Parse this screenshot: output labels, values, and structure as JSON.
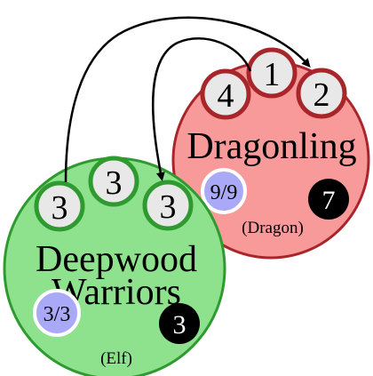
{
  "cards": {
    "dragon": {
      "name": "Dragonling",
      "type_line": "(Dragon)",
      "stats": "9/9",
      "cost": "7",
      "colors": {
        "fill": "#f89a9a",
        "stroke": "#a8262a",
        "stats_fill": "#a9a9f8",
        "cost_fill": "#000000"
      },
      "slots": [
        "4",
        "1",
        "2"
      ]
    },
    "elf": {
      "name_line1": "Deepwood",
      "name_line2": "Warriors",
      "type_line": "(Elf)",
      "stats": "3/3",
      "cost": "3",
      "colors": {
        "fill": "#8ee28e",
        "stroke": "#2f9a2f",
        "stats_fill": "#a9a9f8",
        "cost_fill": "#000000"
      },
      "slots": [
        "3",
        "3",
        "3"
      ]
    }
  },
  "slot_fill": "#e8e8e8",
  "arrow_color": "#000000"
}
